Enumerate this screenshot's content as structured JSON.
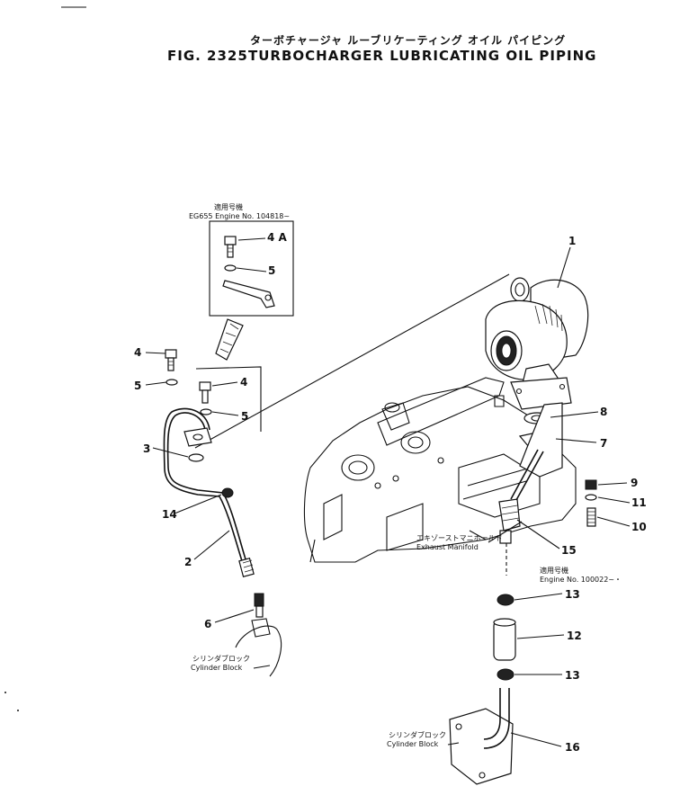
{
  "header": {
    "title_jp": "ターボチャージャ ルーブリケーティング オイル パイピング",
    "fig_number": "FIG. 2325",
    "title_en": "TURBOCHARGER LUBRICATING OIL PIPING"
  },
  "notes": {
    "applicable_jp_1": "適用号機",
    "engine_ref_1": "EG655  Engine  No. 104818~",
    "applicable_jp_2": "適用号機",
    "engine_ref_2": "Engine  No. 100022~・",
    "exhaust_jp": "エキゾーストマニホールド",
    "exhaust_en": "Exhaust  Manifold",
    "cyl_block_jp_1": "シリンダブロック",
    "cyl_block_en_1": "Cylinder  Block",
    "cyl_block_jp_2": "シリンダブロック",
    "cyl_block_en_2": "Cylinder  Block"
  },
  "callouts": {
    "c1": "1",
    "c2": "2",
    "c3": "3",
    "c4": "4",
    "c4b": "4",
    "c4a": "4 A",
    "c5a": "5",
    "c5b": "5",
    "c5c": "5",
    "c6": "6",
    "c7": "7",
    "c8": "8",
    "c9": "9",
    "c10": "10",
    "c11": "11",
    "c12": "12",
    "c13a": "13",
    "c13b": "13",
    "c14": "14",
    "c15": "15",
    "c16": "16"
  }
}
